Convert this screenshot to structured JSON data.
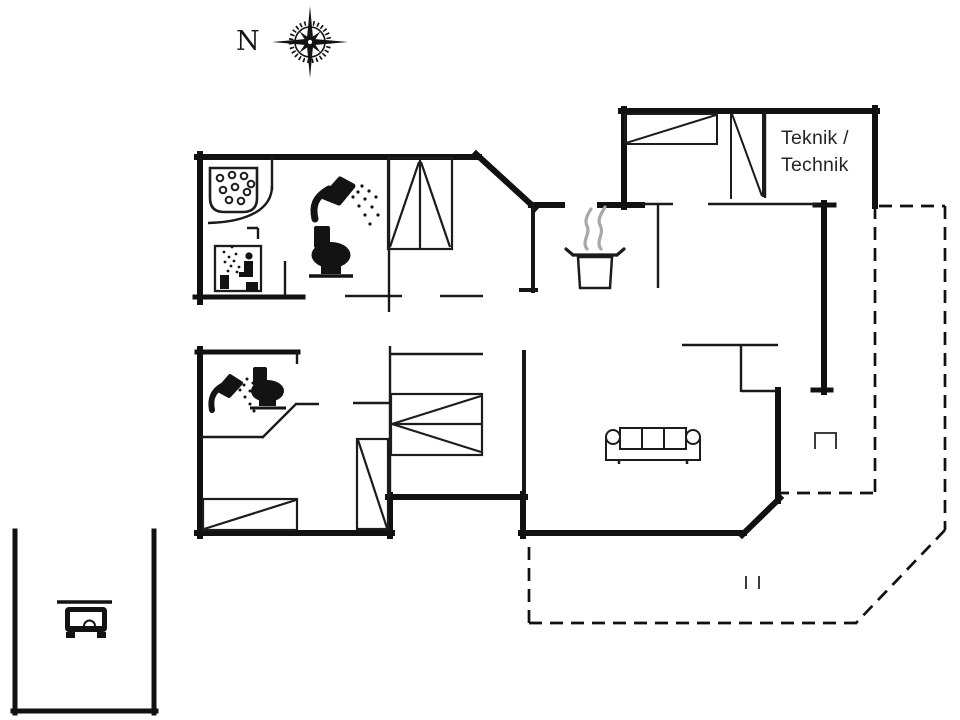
{
  "compass": {
    "label": "N"
  },
  "rooms": {
    "teknik": {
      "label_line1": "Teknik /",
      "label_line2": "Technik"
    }
  },
  "icons": [
    "compass-rose-icon",
    "whirlpool-bath-icon",
    "sauna-icon",
    "shower-icon-bath1",
    "toilet-icon-bath1",
    "wardrobe-icon",
    "cooking-pot-icon",
    "single-bed-icon-north-1",
    "single-bed-icon-north-2",
    "shower-icon-bath2",
    "toilet-icon-bath2",
    "single-bed-icon-sw-1",
    "single-bed-icon-sw-2",
    "bunk-bed-icon",
    "sofa-icon",
    "car-icon",
    "grill-marker-icon",
    "terrace-step-marks"
  ],
  "colors": {
    "wall": "#111111",
    "furniture": "#1c1c1c",
    "steam": "#a8a8a8",
    "background": "#ffffff"
  }
}
